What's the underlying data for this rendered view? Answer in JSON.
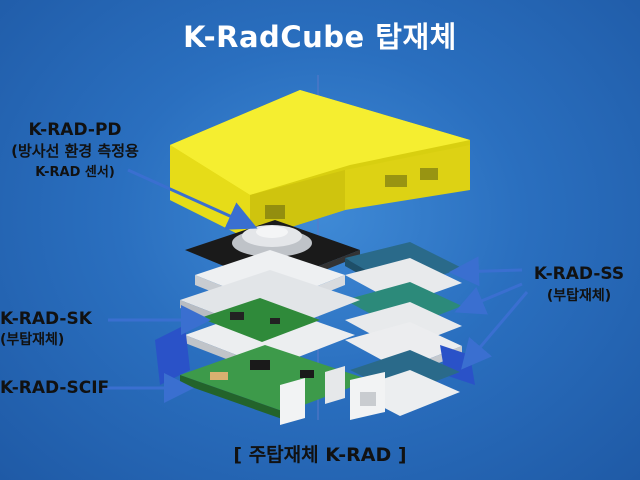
{
  "title": "K-RadCube 탑재체",
  "labels": {
    "pd": {
      "line1": "K-RAD-PD",
      "line2": "(방사선 환경 측정용",
      "line3": "K-RAD 센서)"
    },
    "ss": {
      "line1": "K-RAD-SS",
      "line2": "(부탑재체)"
    },
    "sk": {
      "line1": "K-RAD-SK",
      "line2": "(부탑재체)"
    },
    "scif": {
      "line1": "K-RAD-SCIF"
    }
  },
  "caption": "[ 주탑재체 K-RAD ]",
  "colors": {
    "background": "#2a6fbf",
    "cover": "#f2ea1a",
    "arrow": "#3a6fd0",
    "pcb_green": "#2f8a3a",
    "pcb_blue": "#2a6a8a"
  }
}
